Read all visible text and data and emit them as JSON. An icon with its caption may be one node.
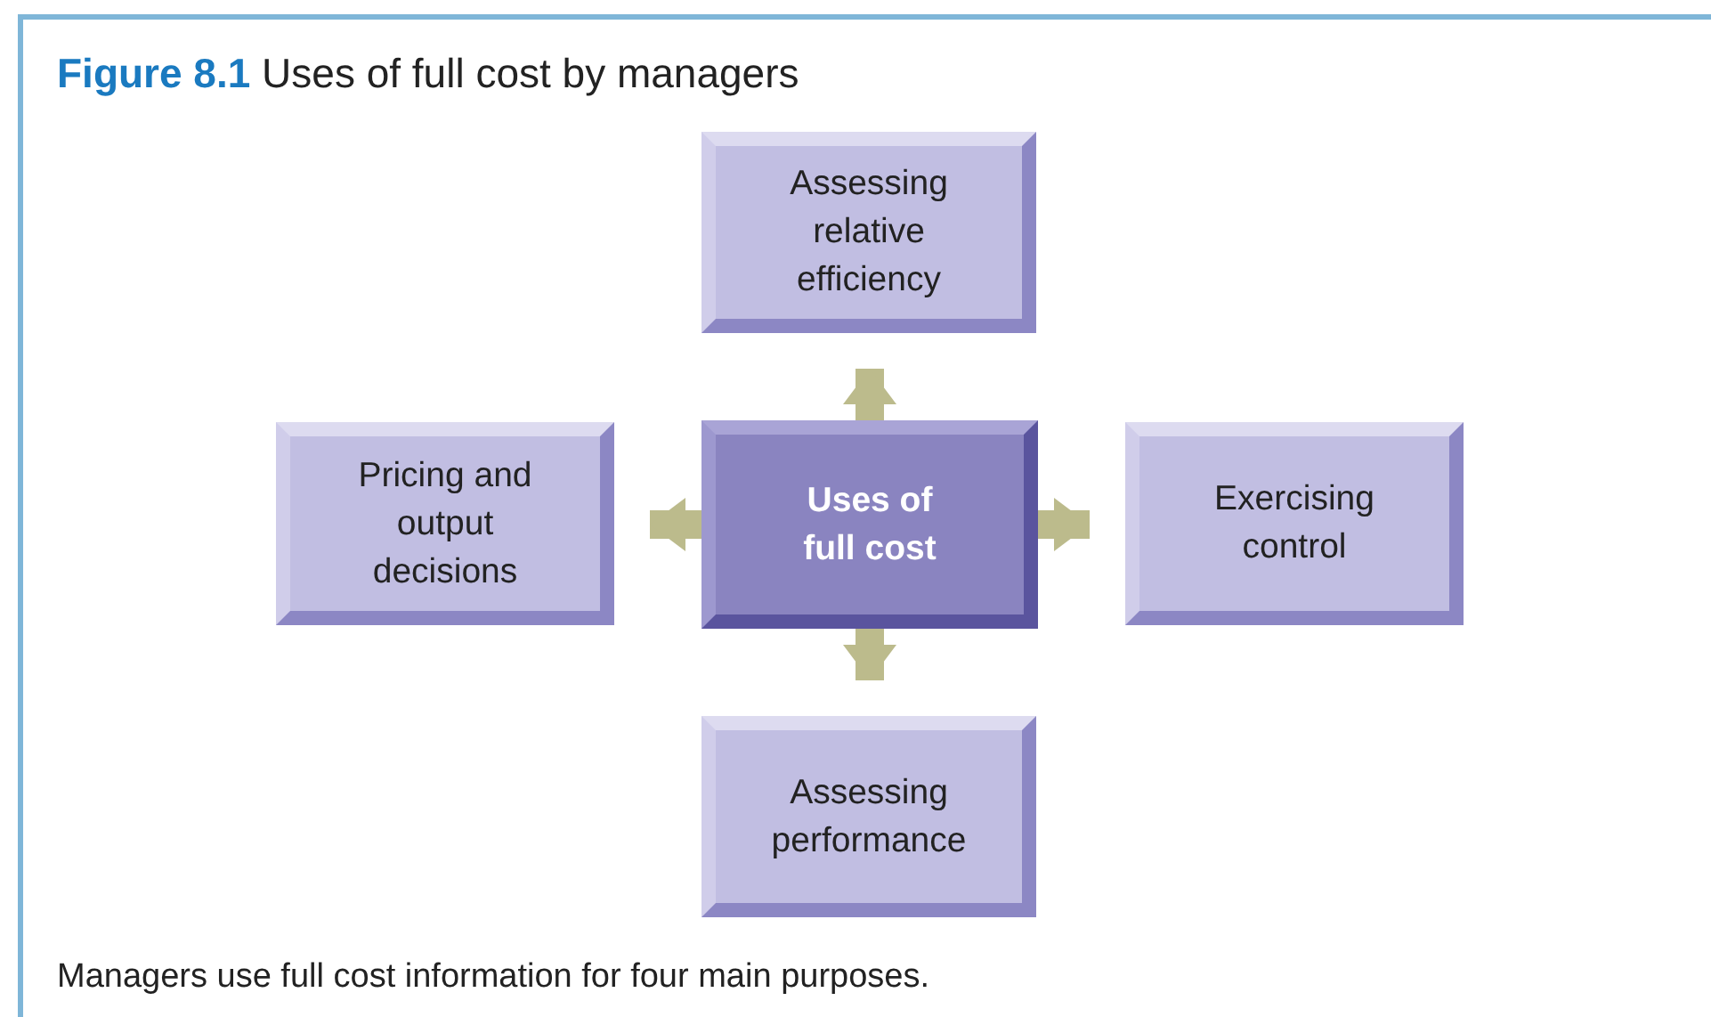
{
  "diagram": {
    "title": "**Figure 8.1** Uses of full cost by managers",
    "caption": "Managers use full cost information for four main purposes.",
    "nodes": [
      {
        "text": [
          "Assessing relative efficiency"
        ]
      },
      {
        "text": [
          "Pricing and output decisions"
        ]
      },
      {
        "text": [
          "Uses of full cost"
        ]
      },
      {
        "text": [
          "Exercising control"
        ]
      },
      {
        "text": [
          "Assessing performance"
        ]
      }
    ],
    "edges": [
      {
        "from": 2,
        "to": 0,
        "arrow": "to"
      },
      {
        "from": 2,
        "to": 1,
        "arrow": "to"
      },
      {
        "from": 2,
        "to": 3,
        "arrow": "to"
      },
      {
        "from": 2,
        "to": 4,
        "arrow": "to"
      }
    ]
  }
}
